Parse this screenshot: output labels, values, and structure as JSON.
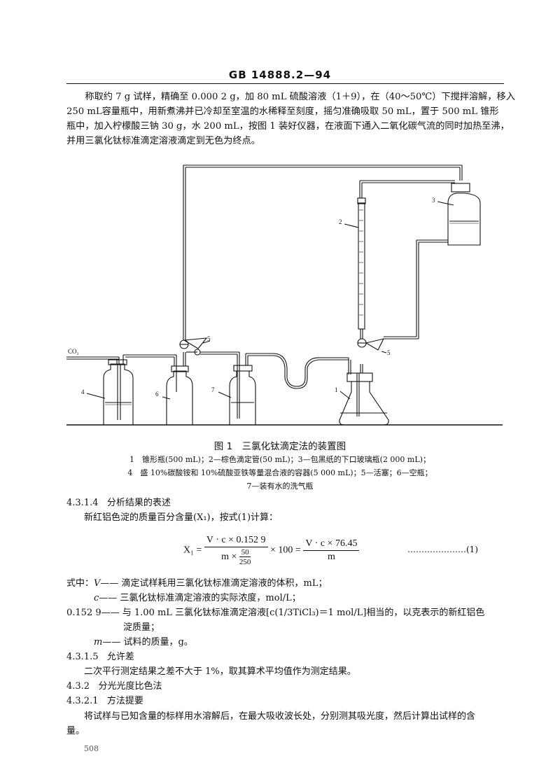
{
  "header": {
    "standard_code": "GB 14888.2—94"
  },
  "intro_paragraph": {
    "line1": "称取约 7 g 试样，精确至 0.000 2 g，加 80 mL 硫酸溶液（1＋9），在（40～50℃）下搅拌溶解，移入",
    "line2": "250 mL容量瓶中，用新煮沸并已冷却至室温的水稀释至刻度，摇匀准确吸取 50 mL，置于 500 mL 锥形",
    "line3": "瓶中，加入柠檬酸三钠 30 g，水 200 mL，按图 1 装好仪器，在液面下通入二氧化碳气流的同时加热至沸，",
    "line4": "并用三氯化钛标准滴定溶液滴定到无色为终点。"
  },
  "figure": {
    "labels": {
      "co2": "CO₂",
      "n1": "1",
      "n2": "2",
      "n3": "3",
      "n4": "4",
      "n5a": "5",
      "n5b": "5",
      "n6": "6",
      "n7": "7"
    },
    "caption": "图 1　三氯化钛滴定法的装置图",
    "legend_line1": "1　锥形瓶(500 mL)；2—棕色滴定管(50 mL)；3—包黑纸的下口玻璃瓶(2 000 mL)；",
    "legend_line2": "4　盛 10%碳酸铵和 10%硫酸亚铁等量混合液的容器(5 000 mL)；5—活塞；6—空瓶；",
    "legend_line3": "7—装有水的洗气瓶"
  },
  "section_4_3_1_4": {
    "number": "4.3.1.4",
    "title": "分析结果的表述",
    "text": "新红铝色淀的质量百分含量(X₁)，按式(1)计算："
  },
  "formula": {
    "lhs": "X₁ =",
    "num1": "V · c × 0.152 9",
    "den1_prefix": "m ×",
    "den1_frac_num": "50",
    "den1_frac_den": "250",
    "times100": "× 100 =",
    "num2": "V · c × 76.45",
    "den2": "m",
    "eq_number": "…………………(1)"
  },
  "definitions": {
    "intro": "式中：",
    "v_sym": "V",
    "v_text": "—— 滴定试样耗用三氯化钛标准滴定溶液的体积，mL；",
    "c_sym": "c",
    "c_text": "—— 三氯化钛标准滴定溶液的实际浓度，mol/L；",
    "k_sym": "0.152 9",
    "k_text1": "—— 与 1.00 mL 三氯化钛标准滴定溶液[c(1/3TiCl₃)＝1 mol/L]相当的，以克表示的新红铝色",
    "k_text2": "淀质量；",
    "m_sym": "m",
    "m_text": "—— 试料的质量，g。"
  },
  "section_4_3_1_5": {
    "number": "4.3.1.5",
    "title": "允许差",
    "text": "二次平行测定结果之差不大于 1%，取其算术平均值作为测定结果。"
  },
  "section_4_3_2": {
    "number": "4.3.2",
    "title": "分光光度比色法"
  },
  "section_4_3_2_1": {
    "number": "4.3.2.1",
    "title": "方法提要",
    "text_line1": "将试样与已知含量的标样用水溶解后，在最大吸收波长处，分别测其吸光度，然后计算出试样的含",
    "text_line2": "量。"
  },
  "footer": {
    "page_number": "508"
  }
}
